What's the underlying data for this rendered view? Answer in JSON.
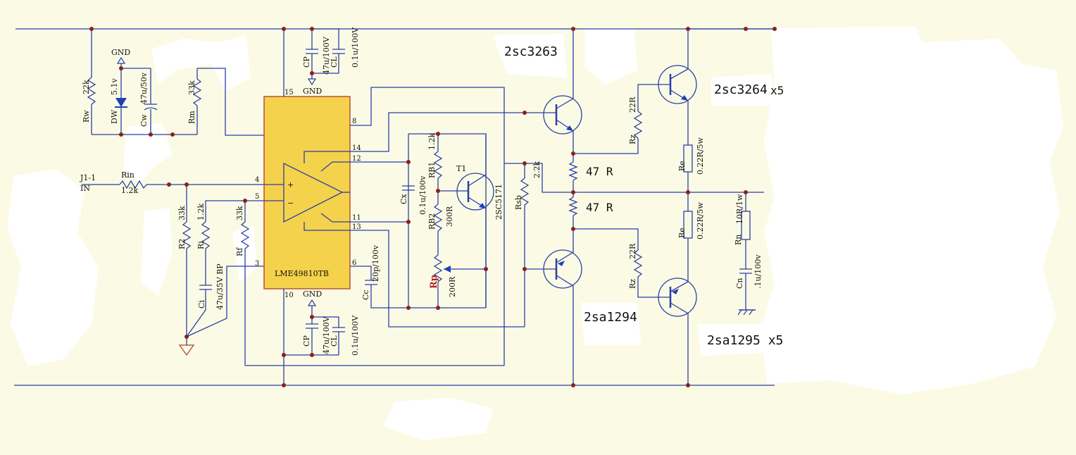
{
  "labels": {
    "gnd_top_left": "GND",
    "gnd_top_mid": "GND",
    "gnd_bottom_mid": "GND",
    "rw_name": "Rw",
    "rw_val": "22k",
    "dw_name": "DW",
    "dw_val": "5.1v",
    "cw_name": "Cw",
    "cw_val": "47u/50v",
    "rm_name": "Rm",
    "rm_val": "33k",
    "j1": "J1-1",
    "in": "IN",
    "rin_name": "Rin",
    "rin_val": "1.2k",
    "r2_name": "R2",
    "r2_val": "33k",
    "ri_name": "Ri",
    "ri_val": "1.2k",
    "rf_name": "Rf",
    "rf_val": "33k",
    "ci_name": "Ci",
    "ci_val": "47u/35V BP",
    "cp_top_name": "CP",
    "cp_top_val": "47u/100V",
    "cl_top_name": "CL",
    "cl_top_val": "0.1u/100V",
    "cp_bot_name": "CP",
    "cp_bot_val": "47u/100V",
    "cl_bot_name": "CL",
    "cl_bot_val": "0.1u/100V",
    "ic_name": "LME49810TB",
    "cc_name": "Cc",
    "cc_val": "20p/100v",
    "cx_name": "Cx",
    "cx_val": "0.1u/100v",
    "rb1_name": "RB1",
    "rb1_val": "1.2k",
    "rb2_name": "RB2",
    "rb2_val": "300R",
    "rp_name": "Rp",
    "rp_val": "200R",
    "t1_name": "T1",
    "t1_part": "2SC5171",
    "rsb_name": "Rsb",
    "rsb_val": "2.2k",
    "r47a": "47 R",
    "r47b": "47 R",
    "rz_top_name": "Rz",
    "rz_top_val": "22R",
    "rz_bot_name": "Rz",
    "rz_bot_val": "22R",
    "re_top_name": "Re",
    "re_top_val": "0.22R/5w",
    "re_bot_name": "Re",
    "re_bot_val": "0.22R/5w",
    "rn_name": "Rn",
    "rn_val": "10R/1w",
    "cn_name": "Cn",
    "cn_val": ".1u/100v",
    "q_driver_top": "2sc3263",
    "q_out_top": "2sc3264",
    "q_out_top_qty": "x5",
    "q_driver_bot": "2sa1294",
    "q_out_bot": "2sa1295 x5",
    "pins": {
      "p15": "15",
      "p8": "8",
      "p14": "14",
      "p12": "12",
      "p4": "4",
      "p5": "5",
      "p11": "11",
      "p13": "13",
      "p3": "3",
      "p6": "6",
      "p10": "10"
    }
  },
  "colors": {
    "background": "#fbfbe5",
    "wire": "#2b3fa6",
    "junction": "#8b1f1f",
    "ic_fill": "#f5d24b",
    "ic_border": "#b23a2a",
    "diode": "#1d3fb8"
  }
}
